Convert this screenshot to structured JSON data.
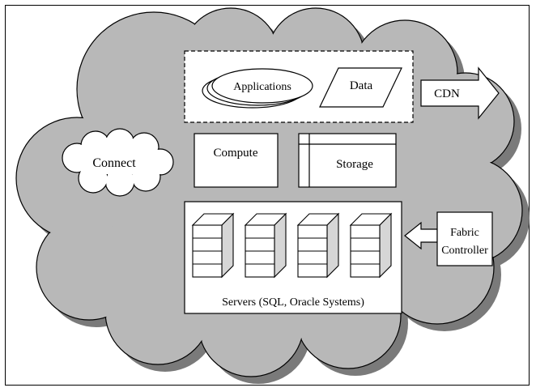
{
  "diagram": {
    "labels": {
      "applications": "Applications",
      "data": "Data",
      "cdn": "CDN",
      "connect": "Connect",
      "compute": "Compute",
      "storage": "Storage",
      "servers": "Servers (SQL, Oracle Systems)",
      "fabric_controller_line1": "Fabric",
      "fabric_controller_line2": "Controller"
    },
    "server_count": 4,
    "colors": {
      "cloud_fill": "#b8b8b8",
      "cloud_shadow": "#7a7a7a",
      "box_fill": "#ffffff",
      "server_side": "#d6d6d6",
      "stroke": "#000000"
    }
  }
}
